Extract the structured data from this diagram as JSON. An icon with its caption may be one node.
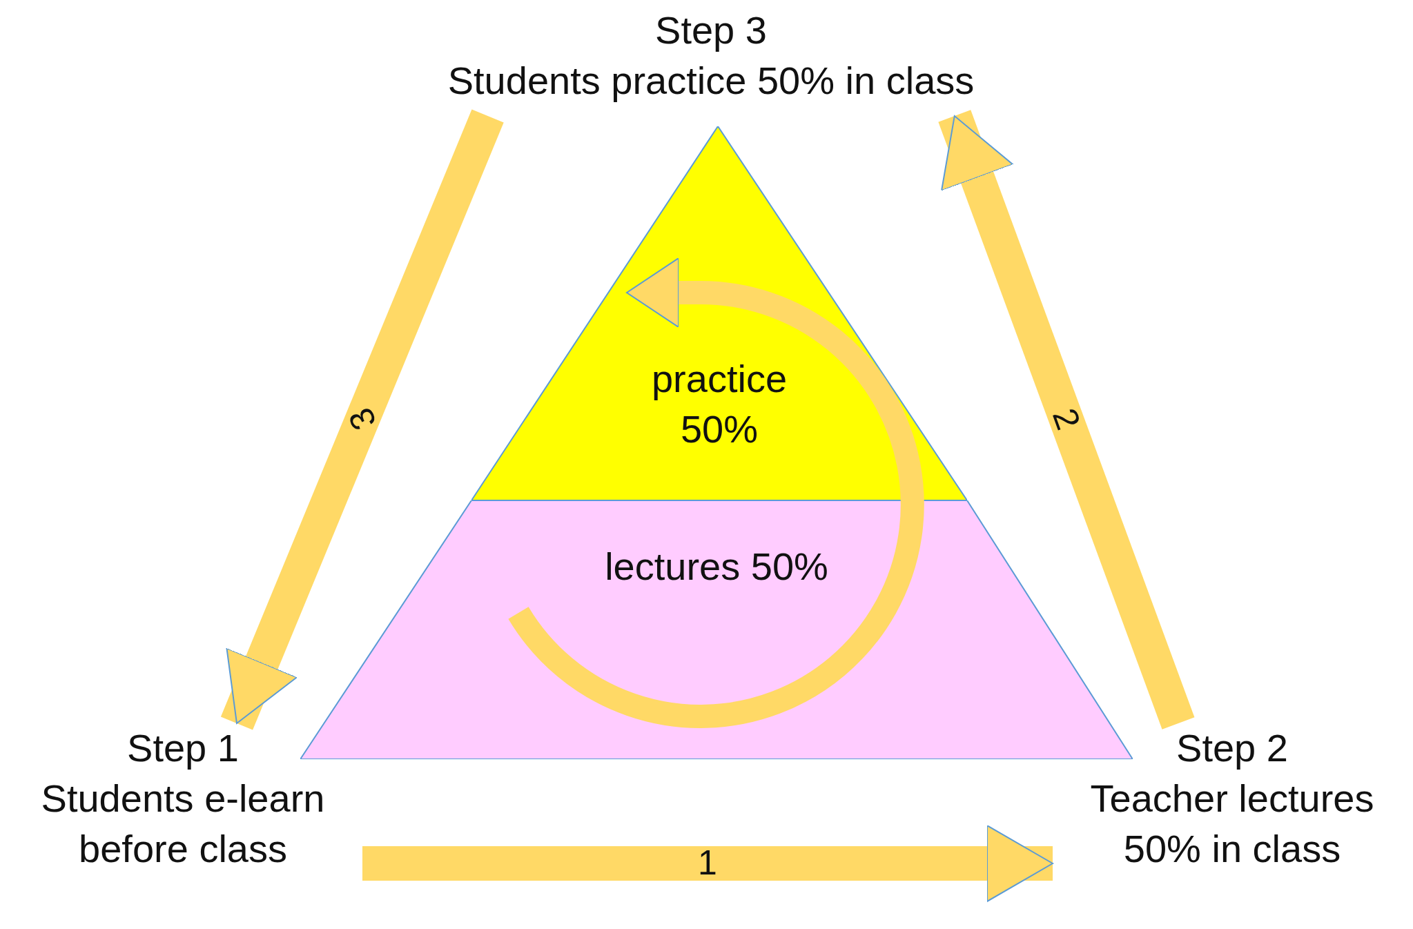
{
  "diagram": {
    "nodes": [
      {
        "text": [
          "Step 3",
          "Students practice 50% in class"
        ]
      },
      {
        "text": [
          "practice 50%"
        ]
      },
      {
        "text": [
          "lectures 50%"
        ]
      },
      {
        "text": [
          "Step 1",
          "Students e-learn before class"
        ]
      },
      {
        "text": [
          "Step 2",
          "Teacher lectures 50% in class"
        ]
      }
    ],
    "edges": [
      {
        "from": 3,
        "to": 4,
        "arrow": "to",
        "label": "1"
      },
      {
        "from": 4,
        "to": 0,
        "arrow": "to",
        "label": "2"
      },
      {
        "from": 0,
        "to": 3,
        "arrow": "to",
        "label": "3"
      },
      {
        "from": 2,
        "to": 1,
        "arrow": "to"
      }
    ]
  }
}
